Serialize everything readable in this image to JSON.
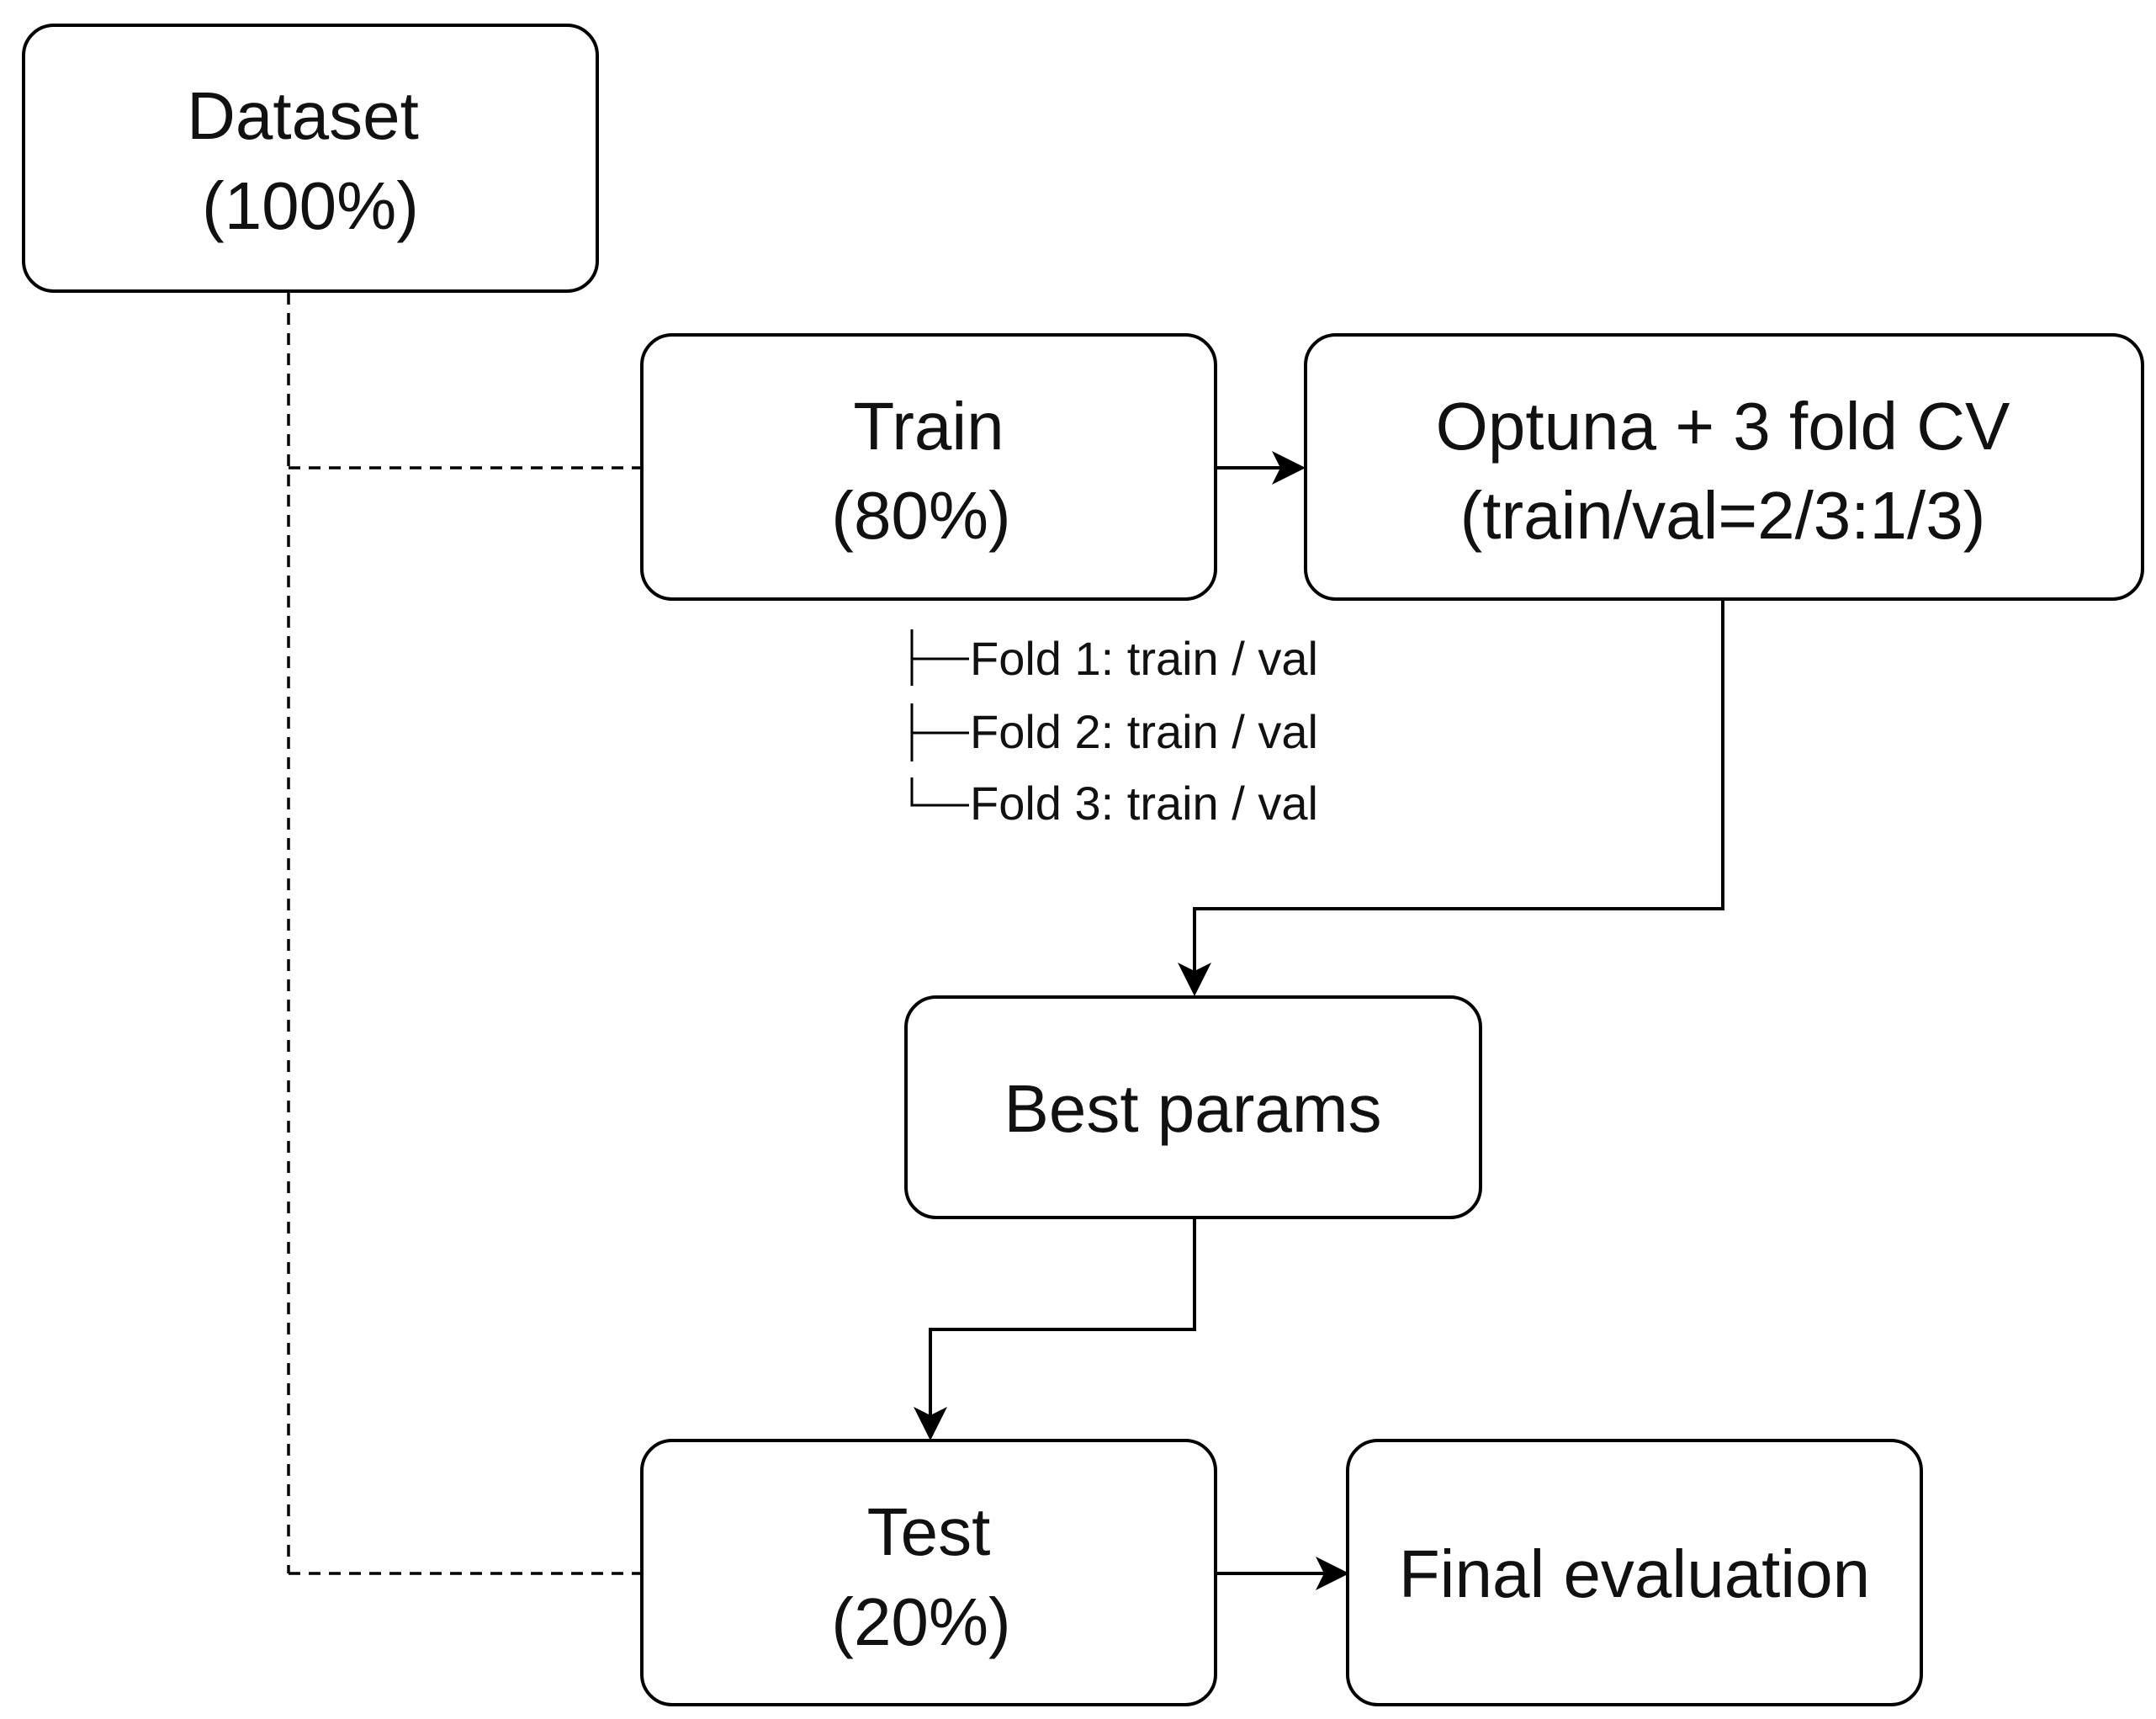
{
  "nodes": {
    "dataset": {
      "line1": "Dataset",
      "line2": "(100%)"
    },
    "train": {
      "line1": "Train",
      "line2": "(80%)"
    },
    "optuna": {
      "line1": "Optuna + 3 fold CV",
      "line2": "(train/val=2/3:1/3)"
    },
    "best_params": {
      "label": "Best params"
    },
    "test": {
      "line1": "Test",
      "line2": "(20%)"
    },
    "final_evaluation": {
      "label": "Final evaluation"
    }
  },
  "folds": [
    {
      "label": "Fold 1: train / val"
    },
    {
      "label": "Fold 2: train / val"
    },
    {
      "label": "Fold 3: train / val"
    }
  ],
  "colors": {
    "stroke": "#000000",
    "fill": "#ffffff",
    "text": "#111111"
  }
}
